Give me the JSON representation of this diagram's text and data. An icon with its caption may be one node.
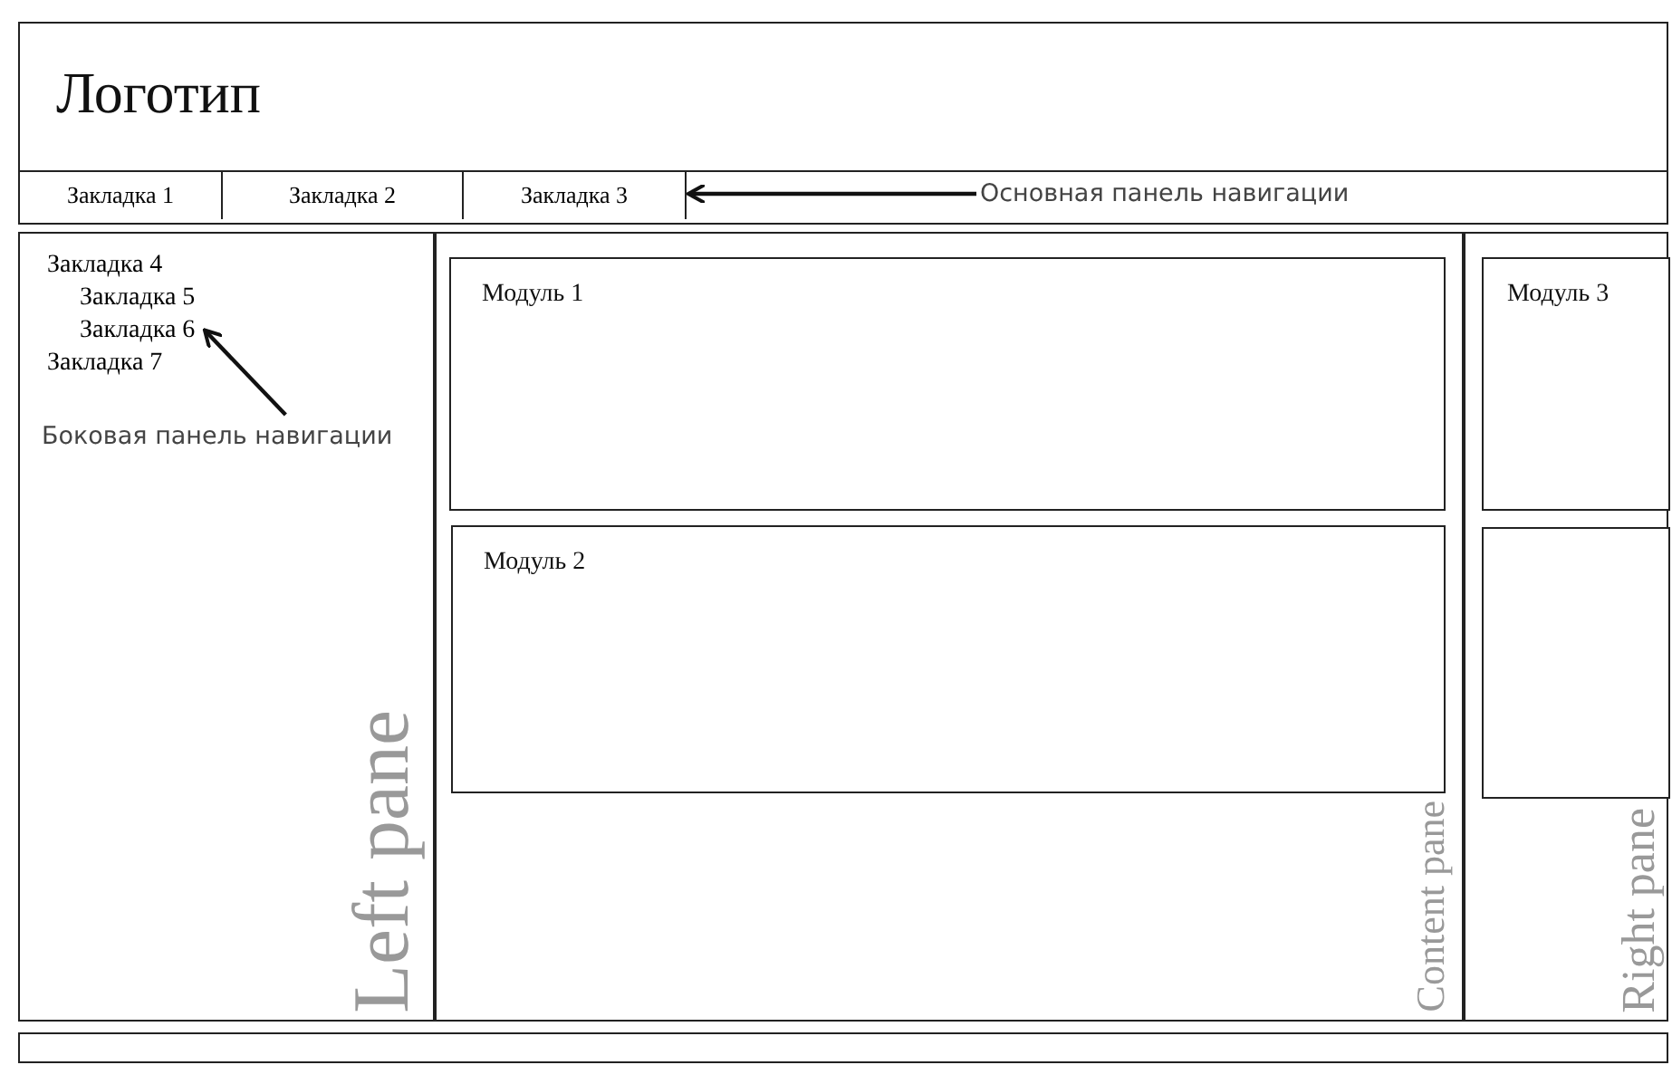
{
  "diagram": {
    "nodes": [
      {
        "text": [
          "Логотип"
        ]
      },
      {
        "text": [],
        "shape": "box"
      },
      {
        "text": [
          "Закладка 1"
        ],
        "in": 1
      },
      {
        "text": [
          "Закладка 2"
        ],
        "in": 1
      },
      {
        "text": [
          "Закладка 3"
        ],
        "in": 1
      },
      {
        "text": [
          "Основная панель навигации"
        ],
        "in": 1
      },
      {
        "text": [
          "Left pane"
        ]
      },
      {
        "text": [
          "Закладка 4"
        ],
        "in": 6
      },
      {
        "text": [
          "Закладка 5"
        ],
        "in": 6
      },
      {
        "text": [
          "Закладка 6"
        ],
        "in": 6
      },
      {
        "text": [
          "Закладка 7"
        ],
        "in": 6
      },
      {
        "text": [
          "Боковая панель навигации"
        ],
        "in": 6
      },
      {
        "text": [
          "Content pane"
        ]
      },
      {
        "text": [
          "Модуль 1"
        ],
        "in": 12
      },
      {
        "text": [
          "Модуль 2"
        ],
        "in": 12
      },
      {
        "text": [
          "Right pane"
        ]
      },
      {
        "text": [
          "Модуль 3"
        ],
        "in": 15
      },
      {
        "text": [],
        "shape": "box",
        "in": 15
      },
      {
        "text": [],
        "shape": "box"
      }
    ],
    "edges": [
      {
        "from": 5,
        "to": 4,
        "arrow": "to"
      },
      {
        "from": 11,
        "to": 9,
        "arrow": "to"
      }
    ]
  }
}
